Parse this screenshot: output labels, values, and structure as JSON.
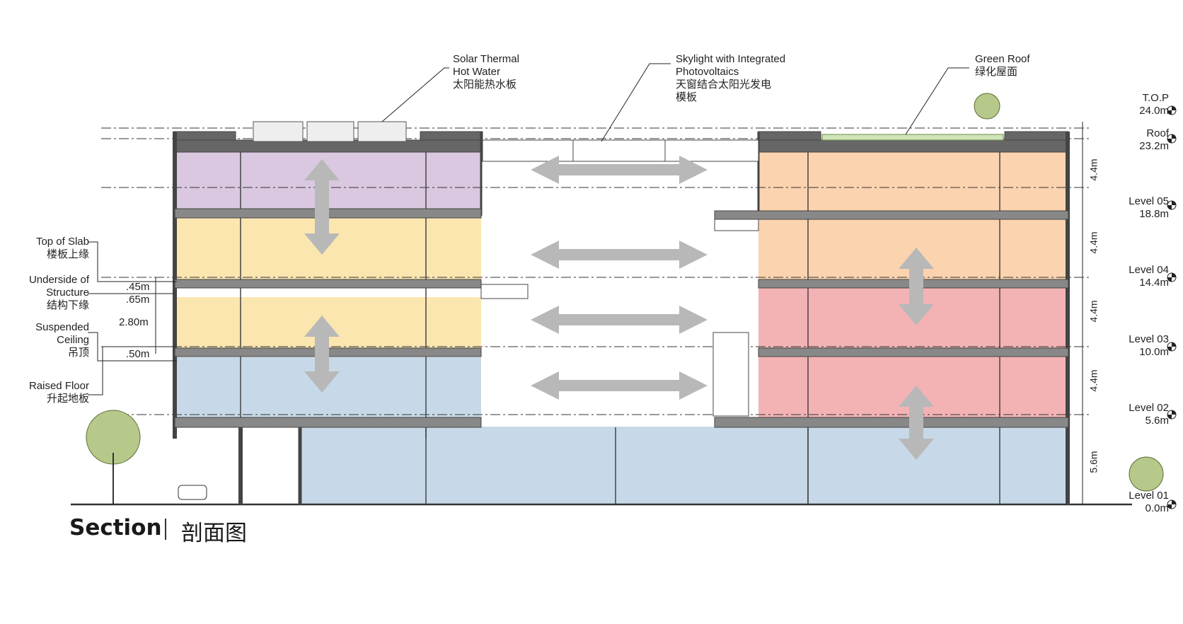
{
  "title": {
    "en": "Section",
    "cn": "剖面图"
  },
  "callouts": {
    "solar": {
      "line1": "Solar Thermal",
      "line2": "Hot Water",
      "line3": "太阳能热水板"
    },
    "skylight": {
      "line1": "Skylight with Integrated",
      "line2": "Photovoltaics",
      "line3": "天窗结合太阳光发电",
      "line4": "模板"
    },
    "green_roof": {
      "line1": "Green Roof",
      "line2": "绿化屋面"
    }
  },
  "left_labels": {
    "top_of_slab": {
      "line1": "Top of Slab",
      "line2": "楼板上缘"
    },
    "underside": {
      "line1": "Underside of",
      "line2": "Structure",
      "line3": "结构下缘"
    },
    "suspended": {
      "line1": "Suspended",
      "line2": "Ceiling",
      "line3": "吊顶"
    },
    "raised_floor": {
      "line1": "Raised Floor",
      "line2": "升起地板"
    }
  },
  "small_dims": [
    ".45m",
    ".65m",
    "2.80m",
    ".50m"
  ],
  "levels": [
    {
      "name": "T.O.P",
      "elev": "24.0m"
    },
    {
      "name": "Roof",
      "elev": "23.2m"
    },
    {
      "name": "Level 05",
      "elev": "18.8m"
    },
    {
      "name": "Level 04",
      "elev": "14.4m"
    },
    {
      "name": "Level 03",
      "elev": "10.0m"
    },
    {
      "name": "Level 02",
      "elev": "5.6m"
    },
    {
      "name": "Level 01",
      "elev": "0.0m"
    }
  ],
  "floor_heights": [
    "4.4m",
    "4.4m",
    "4.4m",
    "4.4m",
    "5.6m"
  ],
  "colors": {
    "purple": "#d9c8e0",
    "yellow": "#fbe6b0",
    "blue": "#c7d9e8",
    "orange": "#fbd3ae",
    "red": "#f3b3b5",
    "arrow": "#b8b8b8",
    "structure": "#555555"
  }
}
